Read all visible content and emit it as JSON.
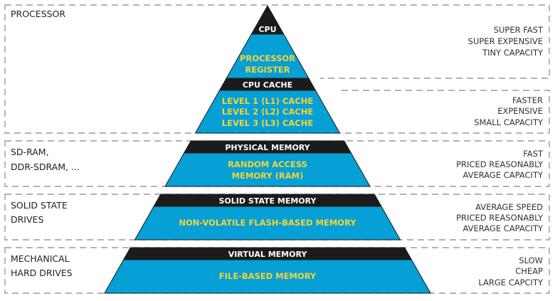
{
  "colors": {
    "blue": "#069fd6",
    "black": "#1b1b1b",
    "yellow": "#f5d535",
    "dash": "#9a9a9a"
  },
  "tiers": [
    {
      "left_label": [
        "PROCESSOR"
      ],
      "sublevels": [
        {
          "band": "CPU",
          "inner": [
            "PROCESSOR",
            "REGISTER"
          ],
          "right": [
            "SUPER FAST",
            "SUPER EXPENSIVE",
            "TINY CAPACITY"
          ]
        },
        {
          "band": "CPU CACHE",
          "inner": [
            "LEVEL 1 (L1) CACHE",
            "LEVEL 2 (L2) CACHE",
            "LEVEL 3 (L3) CACHE"
          ],
          "right": [
            "FASTER",
            "EXPENSIVE",
            "SMALL CAPACITY"
          ]
        }
      ]
    },
    {
      "left_label": [
        "SD-RAM,",
        "DDR-SDRAM, ..."
      ],
      "band": "PHYSICAL MEMORY",
      "inner": [
        "RANDOM ACCESS",
        "MEMORY (RAM)"
      ],
      "right": [
        "FAST",
        "PRICED REASONABLY",
        "AVERAGE CAPACITY"
      ]
    },
    {
      "left_label": [
        "SOLID STATE",
        "DRIVES"
      ],
      "band": "SOLID STATE MEMORY",
      "inner": [
        "NON-VOLATILE FLASH-BASED MEMORY"
      ],
      "right": [
        "AVERAGE SPEED",
        "PRICED REASONABLY",
        "AVERAGE CAPACITY"
      ]
    },
    {
      "left_label": [
        "MECHANICAL",
        "HARD DRIVES"
      ],
      "band": "VIRTUAL MEMORY",
      "inner": [
        "FILE-BASED MEMORY"
      ],
      "right": [
        "SLOW",
        "CHEAP",
        "LARGE CAPCITY"
      ]
    }
  ]
}
